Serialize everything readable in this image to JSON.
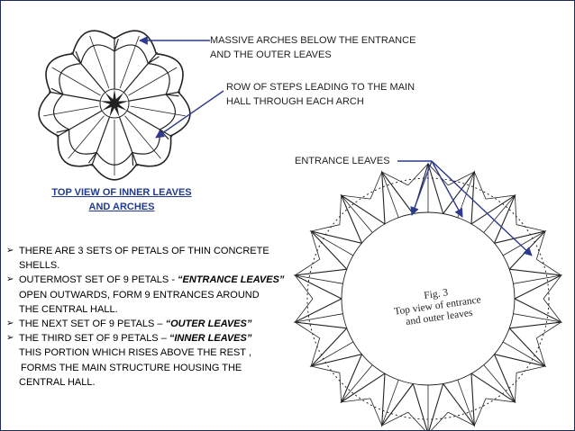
{
  "labels": {
    "arches": "MASSIVE ARCHES BELOW THE ENTRANCE",
    "arches_cont": "AND THE OUTER LEAVES",
    "steps": "ROW OF STEPS LEADING TO THE MAIN",
    "steps_cont": "HALL THROUGH EACH ARCH",
    "entrance": "ENTRANCE LEAVES"
  },
  "caption": {
    "line1": "TOP VIEW OF INNER LEAVES",
    "line2": "AND ARCHES"
  },
  "figure": {
    "number": "Fig. 3",
    "line1": "Top view of entrance",
    "line2": "and outer leaves"
  },
  "bullets": {
    "b1": "THERE ARE 3 SETS OF PETALS OF THIN CONCRETE",
    "b1_cont": "SHELLS.",
    "b2_pre": "OUTERMOST SET OF 9 PETALS - ",
    "b2_em": "“ENTRANCE LEAVES”",
    "b2_cont1": "OPEN OUTWARDS, FORM 9 ENTRANCES AROUND",
    "b2_cont2": "THE CENTRAL HALL.",
    "b3_pre": "THE NEXT SET OF 9 PETALS  – ",
    "b3_em": "“OUTER LEAVES”",
    "b4_pre": "THE THIRD SET OF 9 PETALS – ",
    "b4_em": "“INNER LEAVES”",
    "b4_cont1": "THIS PORTION WHICH RISES ABOVE THE REST ,",
    "b4_cont2": "FORMS THE MAIN STRUCTURE HOUSING THE",
    "b4_cont3": "CENTRAL HALL."
  },
  "colors": {
    "arrow": "#2e3a8c",
    "caption": "#1f3a8f",
    "border": "#1f2a5a"
  }
}
